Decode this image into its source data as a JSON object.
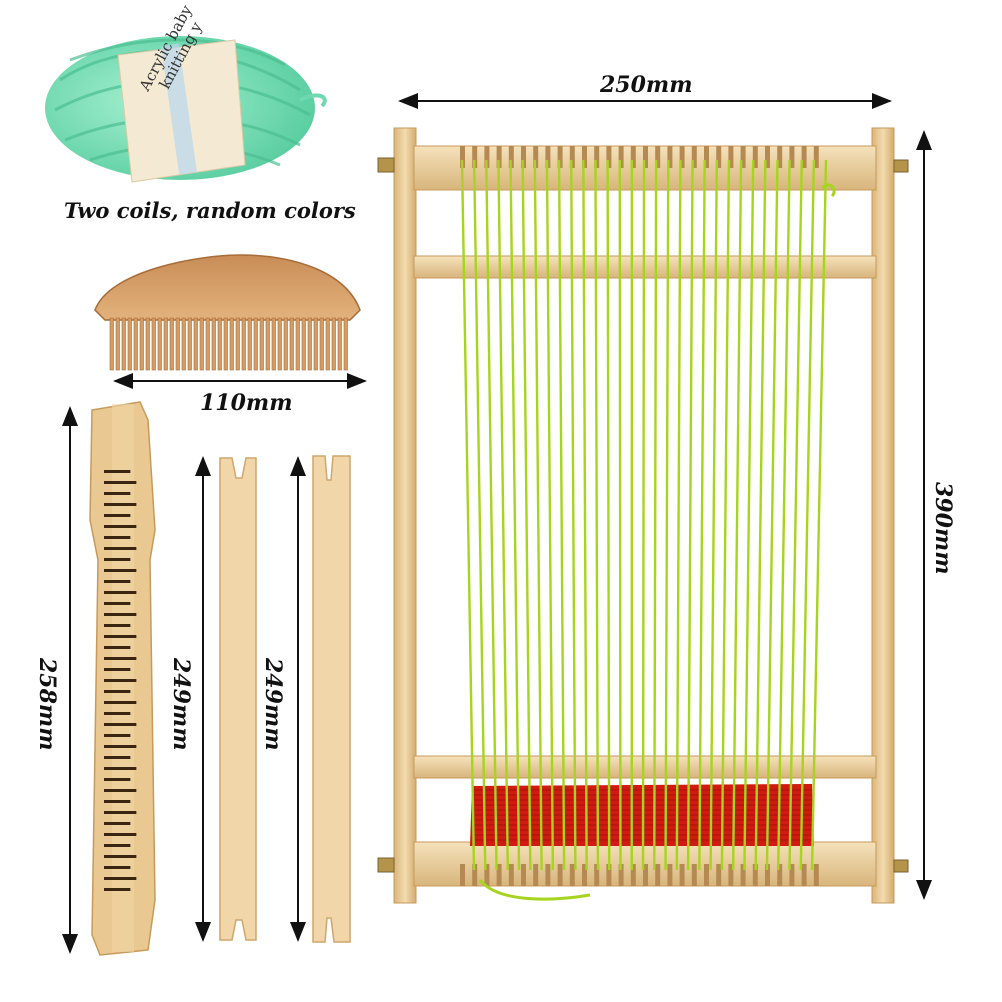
{
  "yarn": {
    "caption": "Two coils, random colors",
    "band_text_1": "Acrylic baby",
    "band_text_2": "knitting y"
  },
  "dimensions": {
    "loom_width": "250mm",
    "loom_height": "390mm",
    "comb_width": "110mm",
    "heddle_bar_length": "258mm",
    "shuttle1_length": "249mm",
    "shuttle2_length": "249mm"
  },
  "colors": {
    "wood": "#e9cf9e",
    "wood_dark": "#c99e63",
    "warp": "#a6d41f",
    "weave": "#d01b12",
    "yarn": "#7fe0b8"
  }
}
